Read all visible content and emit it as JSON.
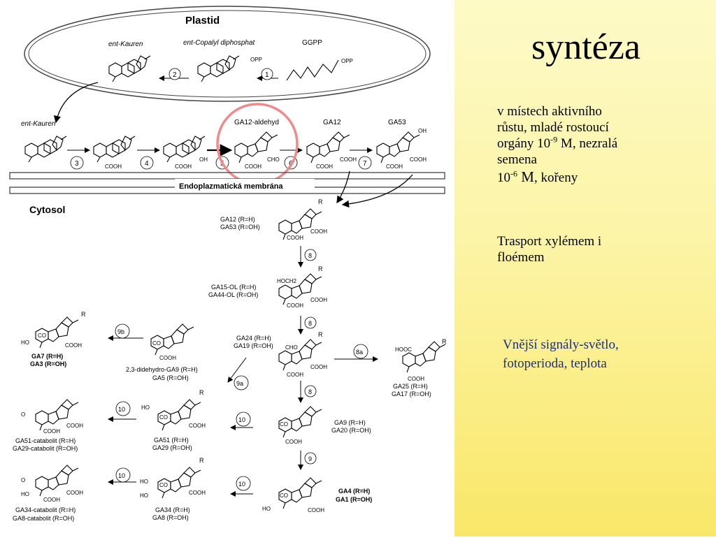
{
  "title": "syntéza",
  "notes": {
    "l1": "v místech aktivního",
    "l2": "růstu, mladé rostoucí",
    "l3a": "orgány  10",
    "l3sup": "-9",
    "l3b": " M, nezralá",
    "l4": "semena",
    "l5a": "10",
    "l5sup": "-6",
    "l5m": " M",
    "l5b": ", kořeny",
    "transport1": "Trasport xylémem i",
    "transport2": "floémem"
  },
  "signals": {
    "l1": "Vnější signály-světlo,",
    "l2": "fotoperioda, teplota"
  },
  "diagram": {
    "plastid": "Plastid",
    "ent_kaurene_top": "ent-Kauren",
    "ent_cpp": "ent-Copalyl diphosphat",
    "ggpp": "GGPP",
    "opp": "OPP",
    "ent_kaurene_row": "ent-Kauren",
    "ga12_aldehyde": "GA12-aldehyd",
    "ga12": "GA12",
    "ga53": "GA53",
    "er_membrane": "Endoplazmatická membrána",
    "cytosol": "Cytosol",
    "cooh": "COOH",
    "cho": "CHO",
    "oh": "OH",
    "hoch2": "HOCH2",
    "hooc": "HOOC",
    "co": "CO",
    "r": "R",
    "ho": "HO",
    "o": "O",
    "labels": {
      "ga12_r": "GA12 (R=H)",
      "ga53_r": "GA53 (R=OH)",
      "ga15_r": "GA15-OL (R=H)",
      "ga44_r": "GA44-OL (R=OH)",
      "ga24_r": "GA24 (R=H)",
      "ga19_r": "GA19 (R=OH)",
      "ga25_r": "GA25 (R=H)",
      "ga17_r": "GA17 (R=OH)",
      "ga9_r": "GA9 (R=H)",
      "ga20_r": "GA20 (R=OH)",
      "ga4_r": "GA4 (R=H)",
      "ga1_r": "GA1 (R=OH)",
      "ga7_r": "GA7 (R=H)",
      "ga3_r": "GA3 (R=OH)",
      "didehydro": "2,3-didehydro-GA9 (R=H)",
      "ga5_r": "GA5 (R=OH)",
      "ga51_r": "GA51 (R=H)",
      "ga29_r": "GA29 (R=OH)",
      "ga34_r": "GA34 (R=H)",
      "ga8_r": "GA8 (R=OH)",
      "ga51_cat": "GA51-catabolit  (R=H)",
      "ga29_cat": "GA29-catabolit  (R=OH)",
      "ga34_cat": "GA34-catabolit  (R=H)",
      "ga8_cat": "GA8-catabolit   (R=OH)"
    },
    "steps": [
      "1",
      "2",
      "3",
      "4",
      "5",
      "6",
      "7",
      "8",
      "8",
      "8",
      "9",
      "10",
      "10",
      "10",
      "10",
      "9a",
      "9b",
      "8a"
    ]
  },
  "colors": {
    "highlight_circle": "#f08a8a",
    "signal_text": "#1a2f80",
    "panel_yellow": "#fcf4a6"
  }
}
